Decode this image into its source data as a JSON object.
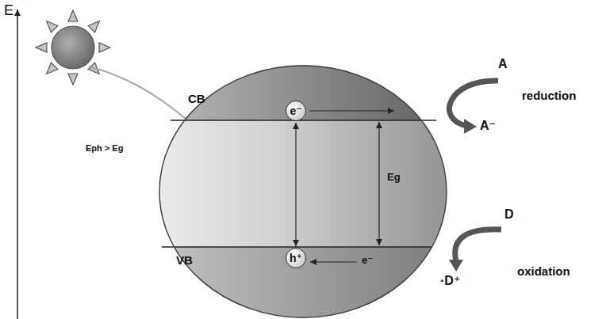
{
  "diagram": {
    "nodes": [
      {
        "text": [
          "CB",
          "Eg",
          "VB",
          "e⁻"
        ]
      },
      {
        "text": [
          "e⁻"
        ],
        "in": 0
      },
      {
        "text": [
          "h⁺"
        ],
        "in": 0
      }
    ],
    "edges": [
      {
        "from": 1,
        "to": 2,
        "arrow": "both"
      }
    ],
    "labels": [
      "E",
      "Eph > Eg",
      "A",
      "A⁻",
      "reduction",
      "D",
      "·D⁺",
      "oxidation"
    ]
  }
}
